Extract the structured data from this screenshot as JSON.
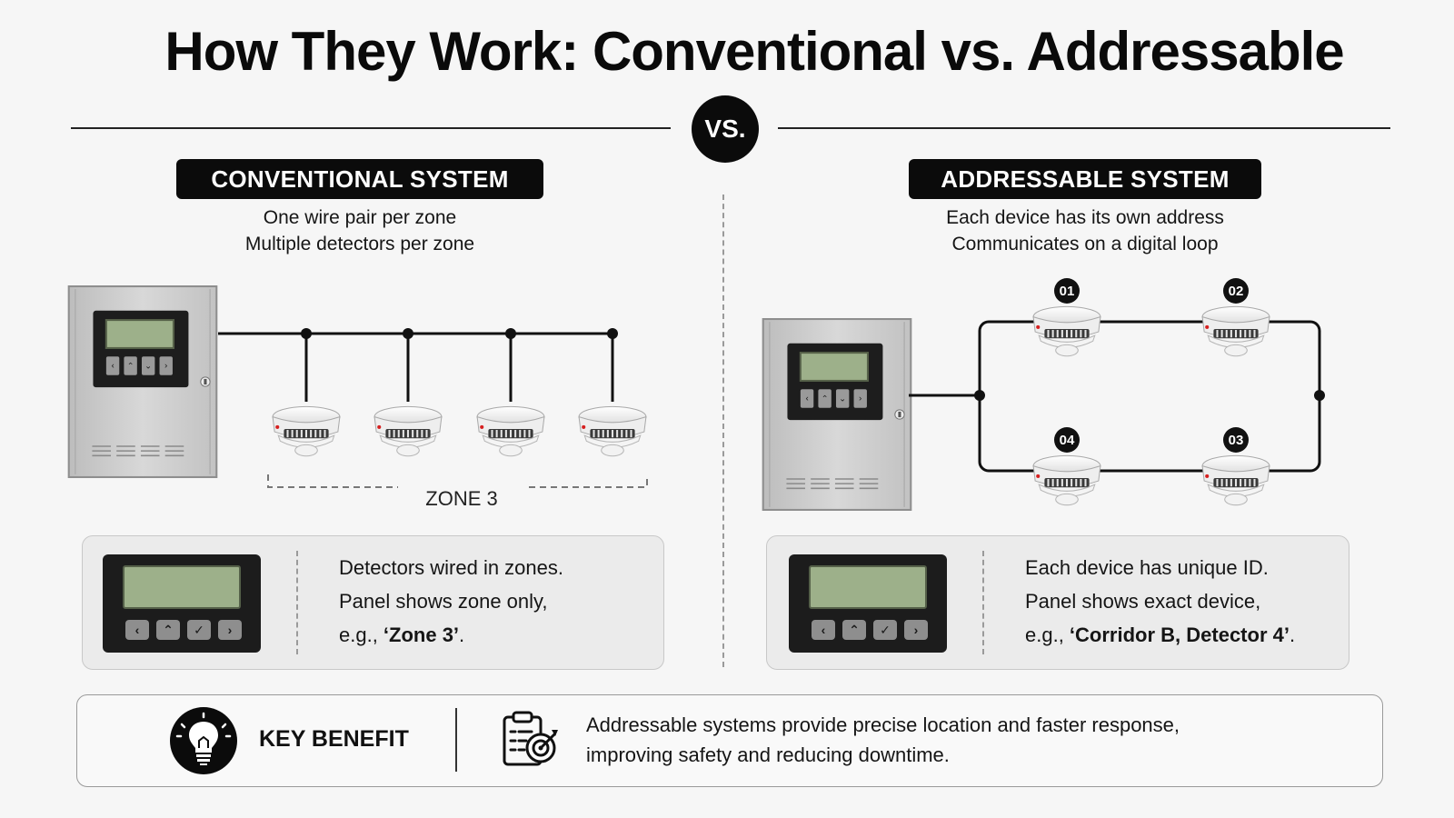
{
  "title": "How They Work: Conventional vs. Addressable",
  "vs_label": "VS.",
  "conventional": {
    "heading": "CONVENTIONAL SYSTEM",
    "subtitle_line1": "One wire pair per zone",
    "subtitle_line2": "Multiple detectors per zone",
    "zone_label": "ZONE 3",
    "info_line1": "Detectors wired in zones.",
    "info_line2": "Panel shows zone only,",
    "info_line3_prefix": "e.g., ",
    "info_line3_bold": "‘Zone 3’",
    "info_line3_suffix": "."
  },
  "addressable": {
    "heading": "ADDRESSABLE SYSTEM",
    "subtitle_line1": "Each device has its own address",
    "subtitle_line2": "Communicates on a digital loop",
    "detector_ids": [
      "01",
      "02",
      "04",
      "03"
    ],
    "info_line1": "Each device has unique ID.",
    "info_line2": "Panel shows exact device,",
    "info_line3_prefix": "e.g., ",
    "info_line3_bold": "‘Corridor B, Detector 4’",
    "info_line3_suffix": "."
  },
  "benefit": {
    "label": "KEY BENEFIT",
    "line1": "Addressable systems provide precise location and faster response,",
    "line2": "improving safety and reducing downtime."
  },
  "mini_panel_buttons": [
    "‹",
    "⌃",
    "✓",
    "›"
  ],
  "icons": {
    "benefit_icon": "lightbulb-icon",
    "checklist_icon": "clipboard-target-icon",
    "detector_icon": "smoke-detector-icon"
  },
  "colors": {
    "ink": "#0b0b0b",
    "lcd": "#9db08a",
    "panel_body": "#c9c9c9",
    "detector_led": "#d62020"
  }
}
